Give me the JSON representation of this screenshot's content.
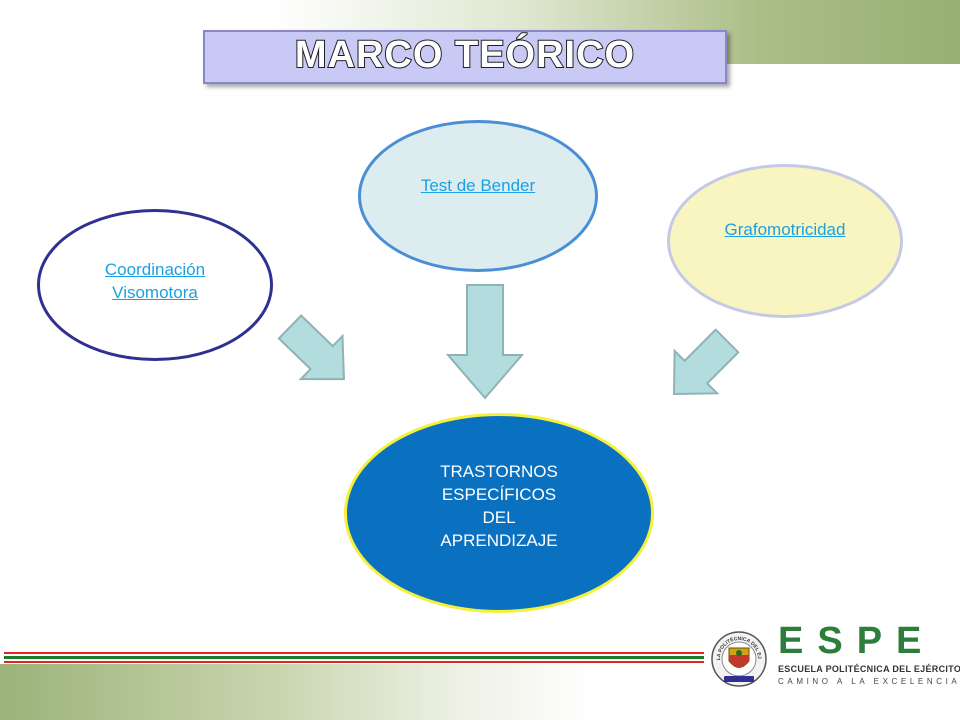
{
  "slide": {
    "title": "MARCO TEÓRICO",
    "colors": {
      "title_fill": "#c9c9f5",
      "arrow_fill": "#b3dcdf",
      "arrow_stroke": "#8fb3b5",
      "target_fill": "#0a70c0",
      "target_border": "#f5f03a",
      "link_text": "#1ba1e2",
      "brand_green": "#2e7d3a"
    }
  },
  "diagram": {
    "sources": [
      {
        "id": "test-bender",
        "label": "Test de Bender"
      },
      {
        "id": "grafomotricidad",
        "label": "Grafomotricidad"
      },
      {
        "id": "coordinacion",
        "label_lines": [
          "Coordinación",
          "Visomotora"
        ]
      }
    ],
    "target": {
      "label_lines": [
        "TRASTORNOS",
        "ESPECÍFICOS",
        "DEL",
        "APRENDIZAJE"
      ]
    }
  },
  "logo": {
    "wordmark": "ESPE",
    "line1": "ESCUELA POLITÉCNICA DEL EJÉRCITO",
    "line2": "CAMINO A LA EXCELENCIA",
    "seal_text": "ESCUELA POLITÉCNICA DEL EJÉRCITO"
  }
}
